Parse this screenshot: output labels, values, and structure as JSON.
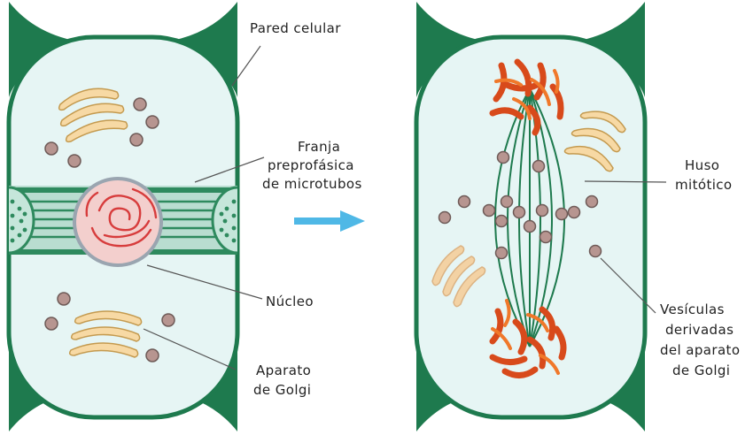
{
  "labels": {
    "pared_celular": "Pared celular",
    "franja_1": "Franja",
    "franja_2": "preprofásica",
    "franja_3": "de microtubos",
    "nucleo": "Núcleo",
    "golgi_1": "Aparato",
    "golgi_2": "de Golgi",
    "huso_1": "Huso",
    "huso_2": "mitótico",
    "vesiculas_1": "Vesículas",
    "vesiculas_2": "derivadas",
    "vesiculas_3": "del aparato",
    "vesiculas_4": "de Golgi"
  },
  "colors": {
    "cell_wall": "#1e7a4e",
    "cytoplasm": "#e6f5f4",
    "band": "#2e8a5e",
    "nucleus": "#f3cfcd",
    "chromatin": "#d73c3c",
    "golgi": "#f7d9a4",
    "vesicle": "#b79590",
    "chromosome": "#d84a1b",
    "arrow": "#4fb8e6"
  },
  "icons": [
    "arrow-right-icon"
  ]
}
